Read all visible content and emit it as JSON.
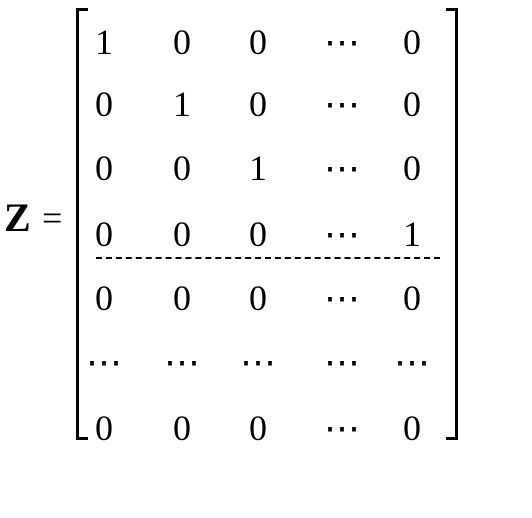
{
  "equation": {
    "variable": "Z",
    "equals": "="
  },
  "matrix": {
    "rows": [
      [
        "1",
        "0",
        "0",
        "⋯",
        "0"
      ],
      [
        "0",
        "1",
        "0",
        "⋯",
        "0"
      ],
      [
        "0",
        "0",
        "1",
        "⋯",
        "0"
      ],
      [
        "0",
        "0",
        "0",
        "⋯",
        "1"
      ],
      [
        "0",
        "0",
        "0",
        "⋯",
        "0"
      ],
      [
        "⋯",
        "⋯",
        "⋯",
        "⋯",
        "⋯"
      ],
      [
        "0",
        "0",
        "0",
        "⋯",
        "0"
      ]
    ],
    "partition_after_row": 4
  }
}
